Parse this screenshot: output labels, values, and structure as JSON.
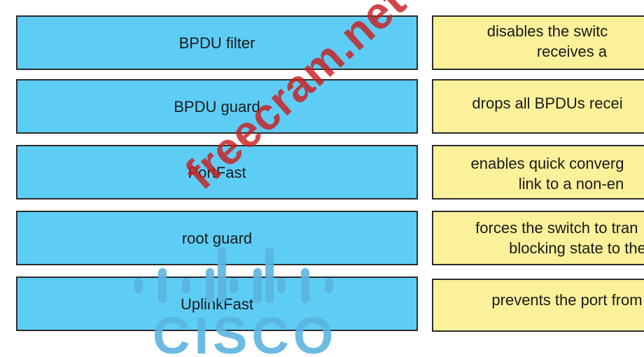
{
  "rows": [
    {
      "term": "BPDU filter",
      "definition": [
        "disables the switc",
        "receives a"
      ]
    },
    {
      "term": "BPDU guard",
      "definition": [
        "drops all BPDUs recei"
      ]
    },
    {
      "term": "PortFast",
      "definition": [
        "enables quick converg",
        "link to a non-en"
      ]
    },
    {
      "term": "root guard",
      "definition": [
        "forces the switch to tran",
        "blocking state to the"
      ]
    },
    {
      "term": "UplinkFast",
      "definition": [
        "prevents the port from"
      ]
    }
  ],
  "watermark": "freecram.net",
  "logo_text": "CISCO",
  "colors": {
    "term_bg": "#5ecdf6",
    "definition_bg": "#fbf19a",
    "watermark": "#c81e1e",
    "logo": "#5bb4e0"
  }
}
